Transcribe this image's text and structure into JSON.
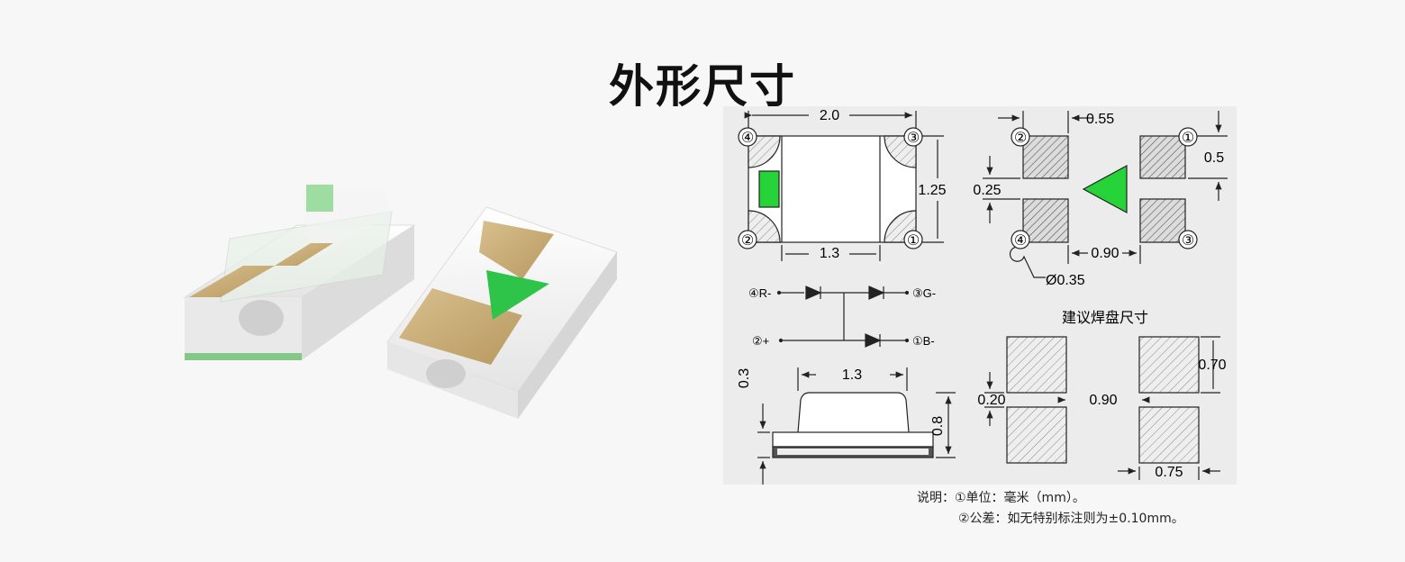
{
  "title": "外形尺寸",
  "colors": {
    "led_green": "#26d43a",
    "pad_gold": "#c9ad7a",
    "hatch": "#555555",
    "panel": "#ececec"
  },
  "top_view": {
    "width_label": "2.0",
    "height_label": "1.25",
    "inner_label": "1.3",
    "pins": [
      "④",
      "③",
      "②",
      "①"
    ]
  },
  "bottom_view": {
    "pad_width_label": "0.55",
    "pad_height_label": "0.5",
    "gap_label": "0.25",
    "spacing_label": "0.90",
    "hole_label": "Ø0.35",
    "pins": [
      "②",
      "①",
      "④",
      "③"
    ]
  },
  "schematic": {
    "labels": [
      "④R-",
      "③G-",
      "②+",
      "①B-"
    ]
  },
  "side_view": {
    "width_label": "1.3",
    "lead_label": "0.3",
    "height_label": "0.8"
  },
  "footprint": {
    "title": "建议焊盘尺寸",
    "pad_height_label": "0.70",
    "gap_label": "0.20",
    "spacing_label": "0.90",
    "pad_width_label": "0.75"
  },
  "notes": {
    "line1": "说明：①单位：毫米（mm）。",
    "line2": "②公差：如无特别标注则为±0.10mm。"
  }
}
